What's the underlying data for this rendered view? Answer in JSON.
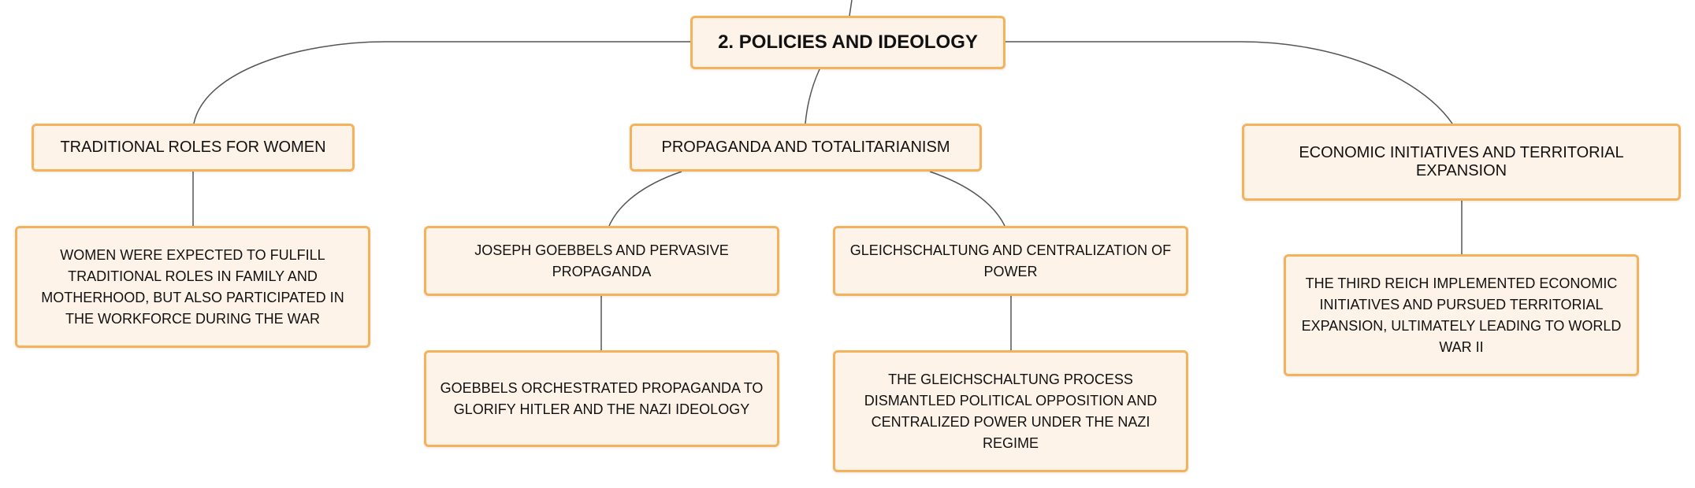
{
  "mindmap": {
    "root": {
      "label": "2. POLICIES AND IDEOLOGY"
    },
    "branches": [
      {
        "label": "TRADITIONAL ROLES FOR WOMEN",
        "detail": "WOMEN WERE EXPECTED TO FULFILL TRADITIONAL ROLES IN FAMILY AND MOTHERHOOD, BUT ALSO PARTICIPATED IN THE WORKFORCE DURING THE WAR"
      },
      {
        "label": "PROPAGANDA AND TOTALITARIANISM",
        "children": [
          {
            "label": "JOSEPH GOEBBELS AND PERVASIVE PROPAGANDA",
            "detail": "GOEBBELS ORCHESTRATED PROPAGANDA TO GLORIFY HITLER AND THE NAZI IDEOLOGY"
          },
          {
            "label": "GLEICHSCHALTUNG AND CENTRALIZATION OF POWER",
            "detail": "THE GLEICHSCHALTUNG PROCESS DISMANTLED POLITICAL OPPOSITION AND CENTRALIZED POWER UNDER THE NAZI REGIME"
          }
        ]
      },
      {
        "label": "ECONOMIC INITIATIVES AND TERRITORIAL EXPANSION",
        "detail": "THE THIRD REICH IMPLEMENTED ECONOMIC INITIATIVES AND PURSUED TERRITORIAL EXPANSION, ULTIMATELY LEADING TO WORLD WAR II"
      }
    ]
  },
  "colors": {
    "node_border": "#f4b25a",
    "node_fill": "#fdf3e8",
    "connector": "#555555"
  }
}
